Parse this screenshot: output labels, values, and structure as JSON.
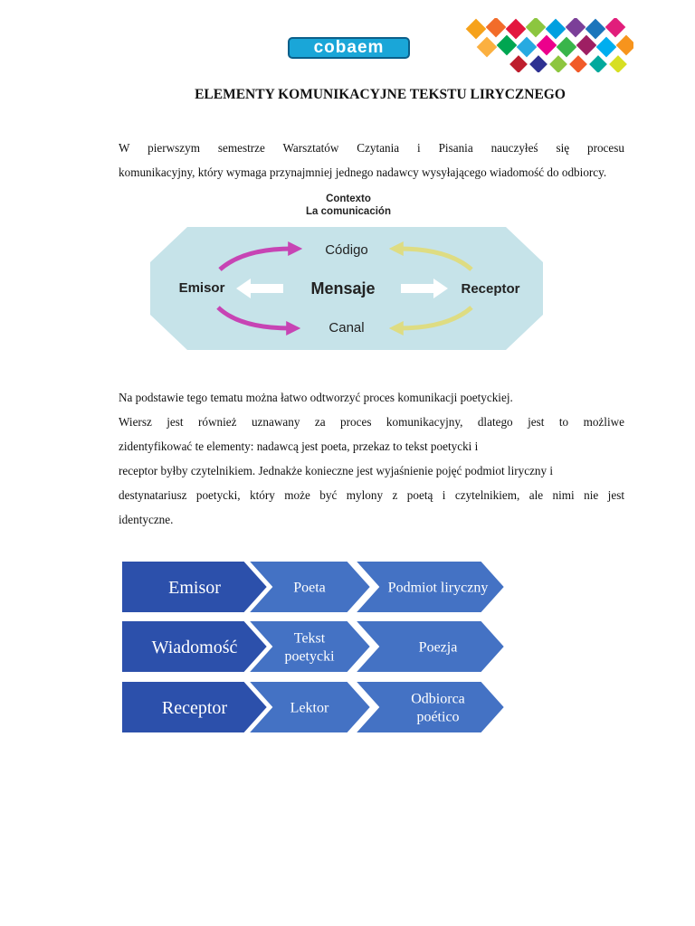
{
  "header": {
    "logo_text": "cobaem"
  },
  "title": "ELEMENTY KOMUNIKACYJNE TEKSTU LIRYCZNEGO",
  "paragraph1": [
    "W pierwszym semestrze Warsztatów Czytania i Pisania nauczyłeś się procesu",
    "komunikacyjny, który wymaga przynajmniej jednego nadawcy wysyłającego wiadomość do odbiorcy."
  ],
  "diagram": {
    "context": "Contexto",
    "subtitle": "La comunicación",
    "codigo": "Código",
    "emisor": "Emisor",
    "mensaje": "Mensaje",
    "receptor": "Receptor",
    "canal": "Canal"
  },
  "paragraph2": [
    "Na podstawie tego tematu można łatwo odtworzyć proces komunikacji poetyckiej.",
    "Wiersz jest również uznawany za proces komunikacyjny, dlatego jest to możliwe",
    "zidentyfikować te elementy: nadawcą jest poeta, przekaz to tekst poetycki i",
    "receptor byłby czytelnikiem. Jednakże konieczne jest wyjaśnienie pojęć podmiot liryczny i",
    "destynatariusz poetycki, który może być mylony z poetą i czytelnikiem, ale nimi nie jest",
    "identyczne."
  ],
  "flow": {
    "rows": [
      {
        "main": "Emisor",
        "second": [
          "Poeta"
        ],
        "third": [
          "Podmiot liryczny"
        ]
      },
      {
        "main": "Wiadomość",
        "second": [
          "Tekst",
          "poetycki"
        ],
        "third": [
          "Poezja"
        ]
      },
      {
        "main": "Receptor",
        "second": [
          "Lektor"
        ],
        "third": [
          "Odbiorca",
          "poético"
        ]
      }
    ]
  },
  "colors": {
    "hexagon": "#c6e3e9",
    "magenta_arrow": "#c744b4",
    "yellow_arrow": "#dedc82",
    "chevron_dark": "#2c50ab",
    "chevron_light": "#4472c4"
  }
}
